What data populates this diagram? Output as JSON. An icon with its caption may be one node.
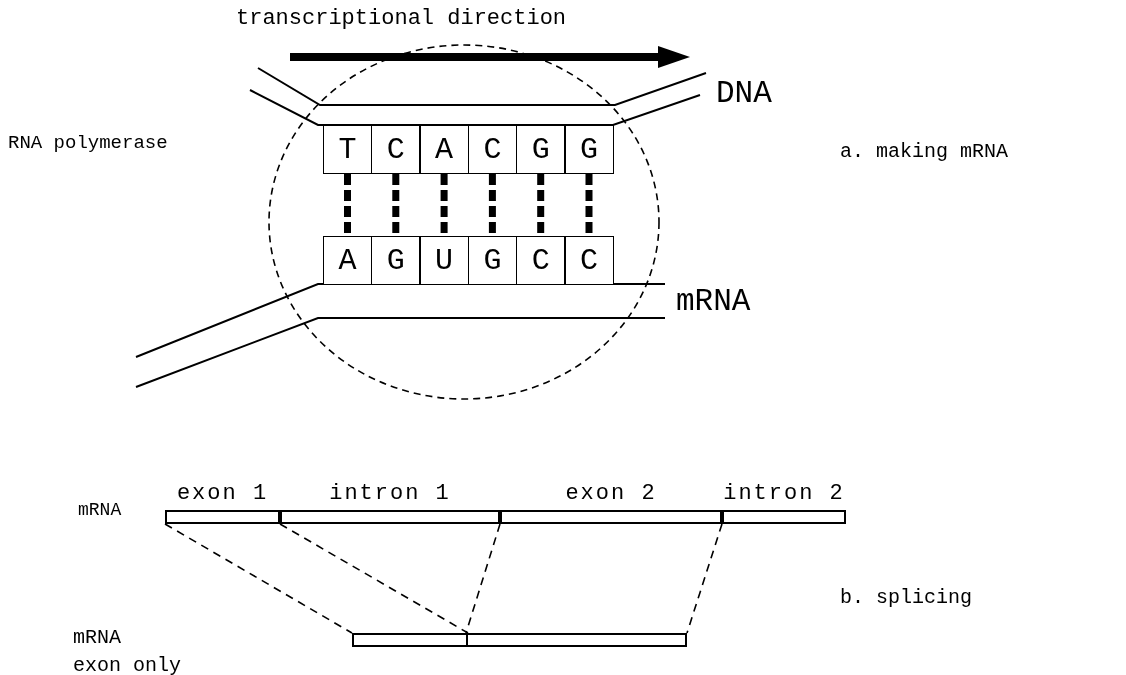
{
  "diagram": {
    "nodes": [
      {
        "text": [],
        "shape": "circle"
      },
      {
        "text": [
          "T"
        ],
        "in": 0
      },
      {
        "text": [
          "C"
        ],
        "in": 0
      },
      {
        "text": [
          "A"
        ],
        "in": 0
      },
      {
        "text": [
          "C"
        ],
        "in": 0
      },
      {
        "text": [
          "G"
        ],
        "in": 0
      },
      {
        "text": [
          "G"
        ],
        "in": 0
      },
      {
        "text": [
          "A"
        ],
        "in": 0
      },
      {
        "text": [
          "G"
        ],
        "in": 0
      },
      {
        "text": [
          "U"
        ],
        "in": 0
      },
      {
        "text": [
          "G"
        ],
        "in": 0
      },
      {
        "text": [
          "C"
        ],
        "in": 0
      },
      {
        "text": [
          "C"
        ],
        "in": 0
      },
      {
        "text": [
          "exon 1"
        ]
      },
      {
        "text": [
          "intron 1"
        ]
      },
      {
        "text": [
          "exon 2"
        ]
      },
      {
        "text": [
          "intron 2"
        ]
      },
      {
        "text": [],
        "shape": "bar"
      },
      {
        "text": [],
        "shape": "bar"
      }
    ],
    "edges": [
      {
        "from": 1,
        "to": 7,
        "arrow": "none",
        "style": "dashed"
      },
      {
        "from": 2,
        "to": 8,
        "arrow": "none",
        "style": "dashed"
      },
      {
        "from": 3,
        "to": 9,
        "arrow": "none",
        "style": "dashed"
      },
      {
        "from": 4,
        "to": 10,
        "arrow": "none",
        "style": "dashed"
      },
      {
        "from": 5,
        "to": 11,
        "arrow": "none",
        "style": "dashed"
      },
      {
        "from": 6,
        "to": 12,
        "arrow": "none",
        "style": "dashed"
      },
      {
        "from": 13,
        "to": 17,
        "arrow": "none",
        "style": "dashed"
      },
      {
        "from": 13,
        "to": 17,
        "arrow": "none",
        "style": "dashed"
      },
      {
        "from": 15,
        "to": 18,
        "arrow": "none",
        "style": "dashed"
      },
      {
        "from": 15,
        "to": 18,
        "arrow": "none",
        "style": "dashed"
      }
    ],
    "labels": [
      "transcriptional direction",
      "RNA polymerase",
      "DNA",
      "mRNA",
      "a. making mRNA",
      "mRNA",
      "mRNA",
      "exon only",
      "b. splicing"
    ]
  }
}
